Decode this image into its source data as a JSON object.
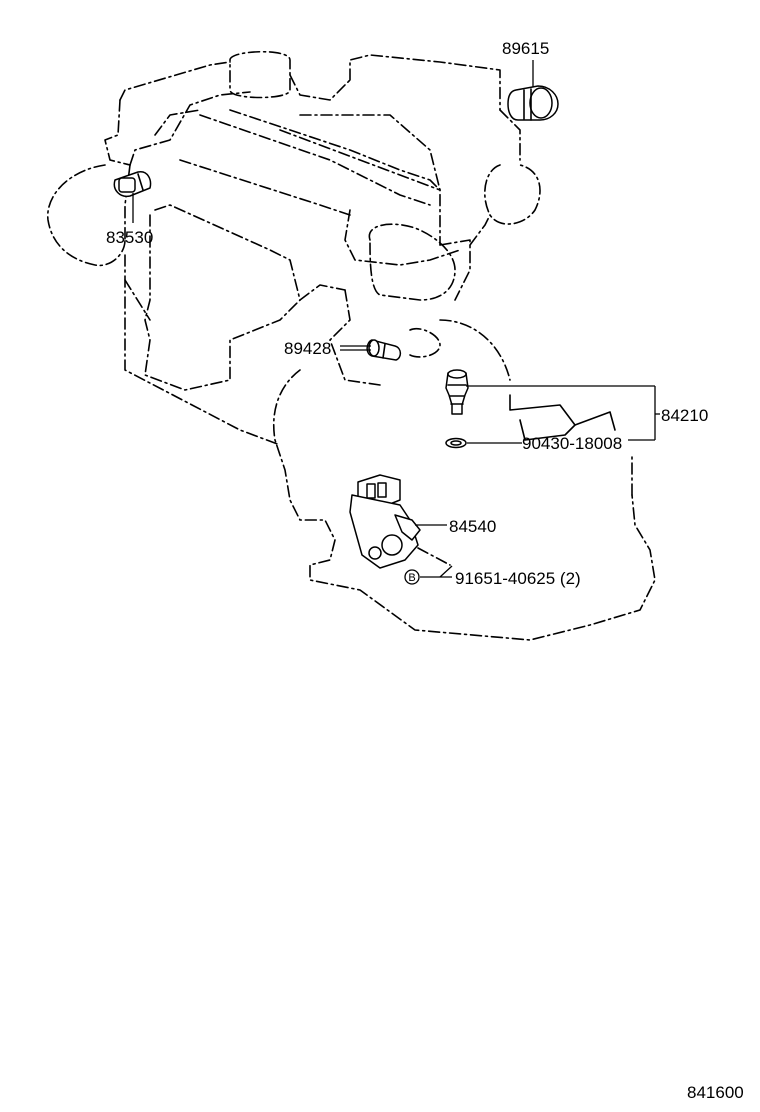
{
  "labels": {
    "p89615": "89615",
    "p83530": "83530",
    "p89428": "89428",
    "p84210": "84210",
    "p90430": "90430-18008",
    "p84540": "84540",
    "p91651": "91651-40625 (2)",
    "bolt_symbol": "B",
    "diagram_code": "841600"
  }
}
